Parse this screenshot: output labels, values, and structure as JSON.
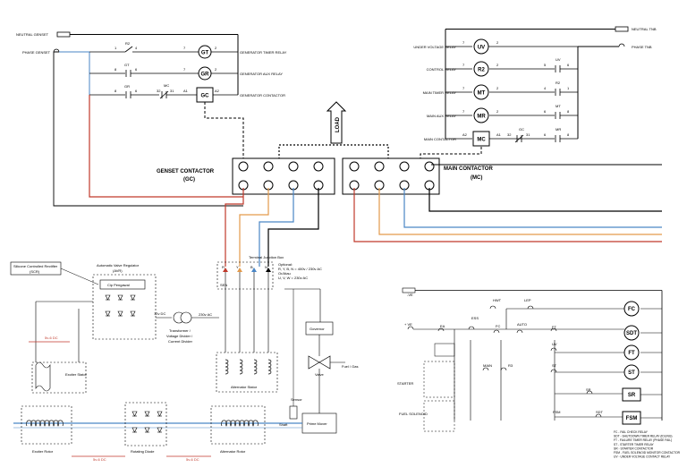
{
  "genset_side": {
    "neutral_label": "NEUTRAL GENSET",
    "phase_label": "PHASE GENSET",
    "rows": [
      {
        "left_num": "1",
        "contact": "R2",
        "right_num": "4",
        "pre_num": "7",
        "coil": "GT",
        "post_num": "2",
        "desc": "GENERATOR TIMER RELAY"
      },
      {
        "left_num": "8",
        "contact": "GT",
        "right_num": "6",
        "pre_num": "7",
        "coil": "GR",
        "post_num": "2",
        "desc": "GENERATOR AUX RELAY"
      },
      {
        "left_num": "8",
        "contact": "GR",
        "right_num": "6",
        "pre_num": "A1",
        "coil": "GC",
        "post_num": "A2",
        "desc": "GENERATOR CONTACTOR"
      }
    ],
    "mc_interlock": {
      "label": "MC",
      "n1": "32",
      "n2": "31"
    }
  },
  "main_side": {
    "neutral_label": "NEUTRAL TNB",
    "phase_label": "PHASE TNB",
    "rows": [
      {
        "desc": "UNDER VOLTAGE RELAY",
        "pre_num": "7",
        "coil": "UV",
        "post_num": "2",
        "contact": "",
        "cn1": "",
        "cn2": ""
      },
      {
        "desc": "CONTROL RELAY",
        "pre_num": "7",
        "coil": "R2",
        "post_num": "2",
        "contact": "UV",
        "cn1": "5",
        "cn2": "6"
      },
      {
        "desc": "MAIN TIMER RELAY",
        "pre_num": "7",
        "coil": "MT",
        "post_num": "2",
        "contact": "R2",
        "cn1": "4",
        "cn2": "1"
      },
      {
        "desc": "MAIN AUX RELAY",
        "pre_num": "7",
        "coil": "MR",
        "post_num": "2",
        "contact": "MT",
        "cn1": "6",
        "cn2": "8"
      },
      {
        "desc": "MAIN CONTACTOR",
        "pre_num": "A2",
        "coil": "MC",
        "post_num": "A1",
        "contact": "MR",
        "cn1": "6",
        "cn2": "8"
      }
    ],
    "gc_interlock": {
      "label": "GC",
      "n1": "32",
      "n2": "31"
    }
  },
  "contactors": {
    "load_label": "LOAD",
    "genset_title": "GENSET CONTACTOR",
    "genset_sub": "(GC)",
    "main_title": "MAIN CONTACTOR",
    "main_sub": "(MC)"
  },
  "generator": {
    "scr_label": "Silicone Controlled Rectifier",
    "scr_sub": "(SCR)",
    "avr_label": "Automatic Valve Regulator",
    "avr_sub": "(AVR)",
    "pin_pengawal": "Cip Pengawal",
    "vdc_12": "12v DC",
    "vac_220": "230v AC",
    "transformer_label": "Transformer /",
    "transformer_label2": "Voltage Divider /",
    "transformer_label3": "Current Divider",
    "vdc_small": "5v-6 DC",
    "exciter_stator": "Exciter Stator",
    "terminal_box": "Terminal Junction Box",
    "phase_letters": [
      "R",
      "Y",
      "B",
      "N"
    ],
    "optional_1": "Optional:",
    "optional_2": "R, Y, B, N = 400v / 230v AC",
    "optional_3": "Or/Atau",
    "optional_4": "U, V, W = 230v AC",
    "sen_label": "SEN",
    "governor": "Governor",
    "valve": "Valve",
    "fuel_gas": "Fuel / Gas",
    "alternator_stator": "Alternator Stator",
    "sensor": "Sensor",
    "shaft": "Shaft",
    "prime_mover": "Prime Mover",
    "exciter_rotor": "Exciter Rotor",
    "rotating_diode": "Rotating Diode",
    "alternator_rotor": "Alternator Rotor",
    "vdc_bottom1": "5v-6 DC",
    "vdc_bottom2": "5v-6 DC"
  },
  "control": {
    "ve_top": "-VE",
    "ve_plus": "+ VE",
    "labels": [
      "EA",
      "ESS",
      "FC",
      "AUTO",
      "HWT",
      "LEP",
      "STARTER",
      "FUEL SOLENOID",
      "MAIN",
      "R3",
      "FT",
      "UV",
      "ST",
      "SR",
      "SDT",
      "FSM"
    ],
    "coils": [
      "FC",
      "SDT",
      "FT",
      "ST",
      "SR",
      "FSM"
    ],
    "legend": [
      "FC    - FAIL CHECK RELAY",
      "SDT  - SHUTDOWN TIMER RELAY (IDLING)",
      "FT    - FAILURE TIMER RELAY (PHASE FAIL)",
      "ST    - STARTER TIMER RELAY",
      "SR    - STARTER CONTACTOR",
      "FSM  - FUEL SOLENOID MONITOR CONTACTOR",
      "UV    - UNDER VOLTAGE CONTACT RELAY"
    ]
  }
}
